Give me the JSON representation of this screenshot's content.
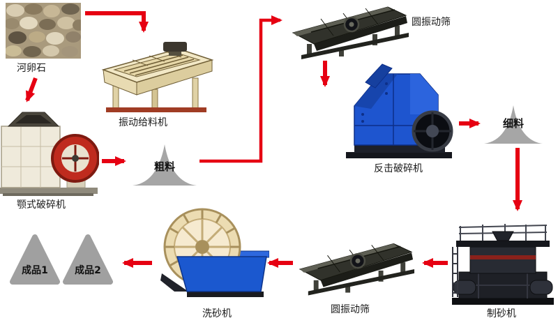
{
  "diagram": {
    "arrow_color": "#e60012",
    "nodes": {
      "pebbles": {
        "label": "河卵石"
      },
      "feeder": {
        "label": "振动给料机"
      },
      "jaw_crusher": {
        "label": "颚式破碎机"
      },
      "coarse_pile": {
        "label": "粗料"
      },
      "top_screen": {
        "label": "圆振动筛"
      },
      "impact_crusher": {
        "label": "反击破碎机"
      },
      "fine_pile": {
        "label": "细料"
      },
      "sand_maker": {
        "label": "制砂机"
      },
      "bottom_screen": {
        "label": "圆振动筛"
      },
      "sand_washer": {
        "label": "洗砂机"
      },
      "product_1": {
        "label": "成品1"
      },
      "product_2": {
        "label": "成品2"
      }
    },
    "colors": {
      "pile_fill": "#a6a6a6",
      "product_fill": "#a0a0a0",
      "feeder_body": "#f2e8c6",
      "jaw_body": "#efeadb",
      "jaw_flywheel": "#bf2b1e",
      "impact_body": "#1e55cf",
      "screen_body": "#31322b",
      "washer_tank": "#1b58cf",
      "washer_wheel": "#ecdcb2",
      "sand_maker_body": "#282b33"
    }
  }
}
